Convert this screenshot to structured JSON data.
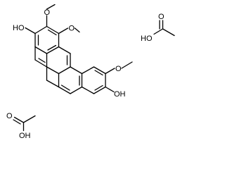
{
  "molecule": {
    "main_component": {
      "hydroxyl_left": "HO",
      "methoxy_o_top": "O",
      "methoxy_o_middle": "O",
      "methoxy_o_right": "O",
      "hydroxyl_right": "OH"
    },
    "acetic_acid_top": {
      "carbonyl_o": "O",
      "hydroxyl": "HO"
    },
    "acetic_acid_bottom": {
      "carbonyl_o": "O",
      "hydroxyl": "OH"
    }
  }
}
